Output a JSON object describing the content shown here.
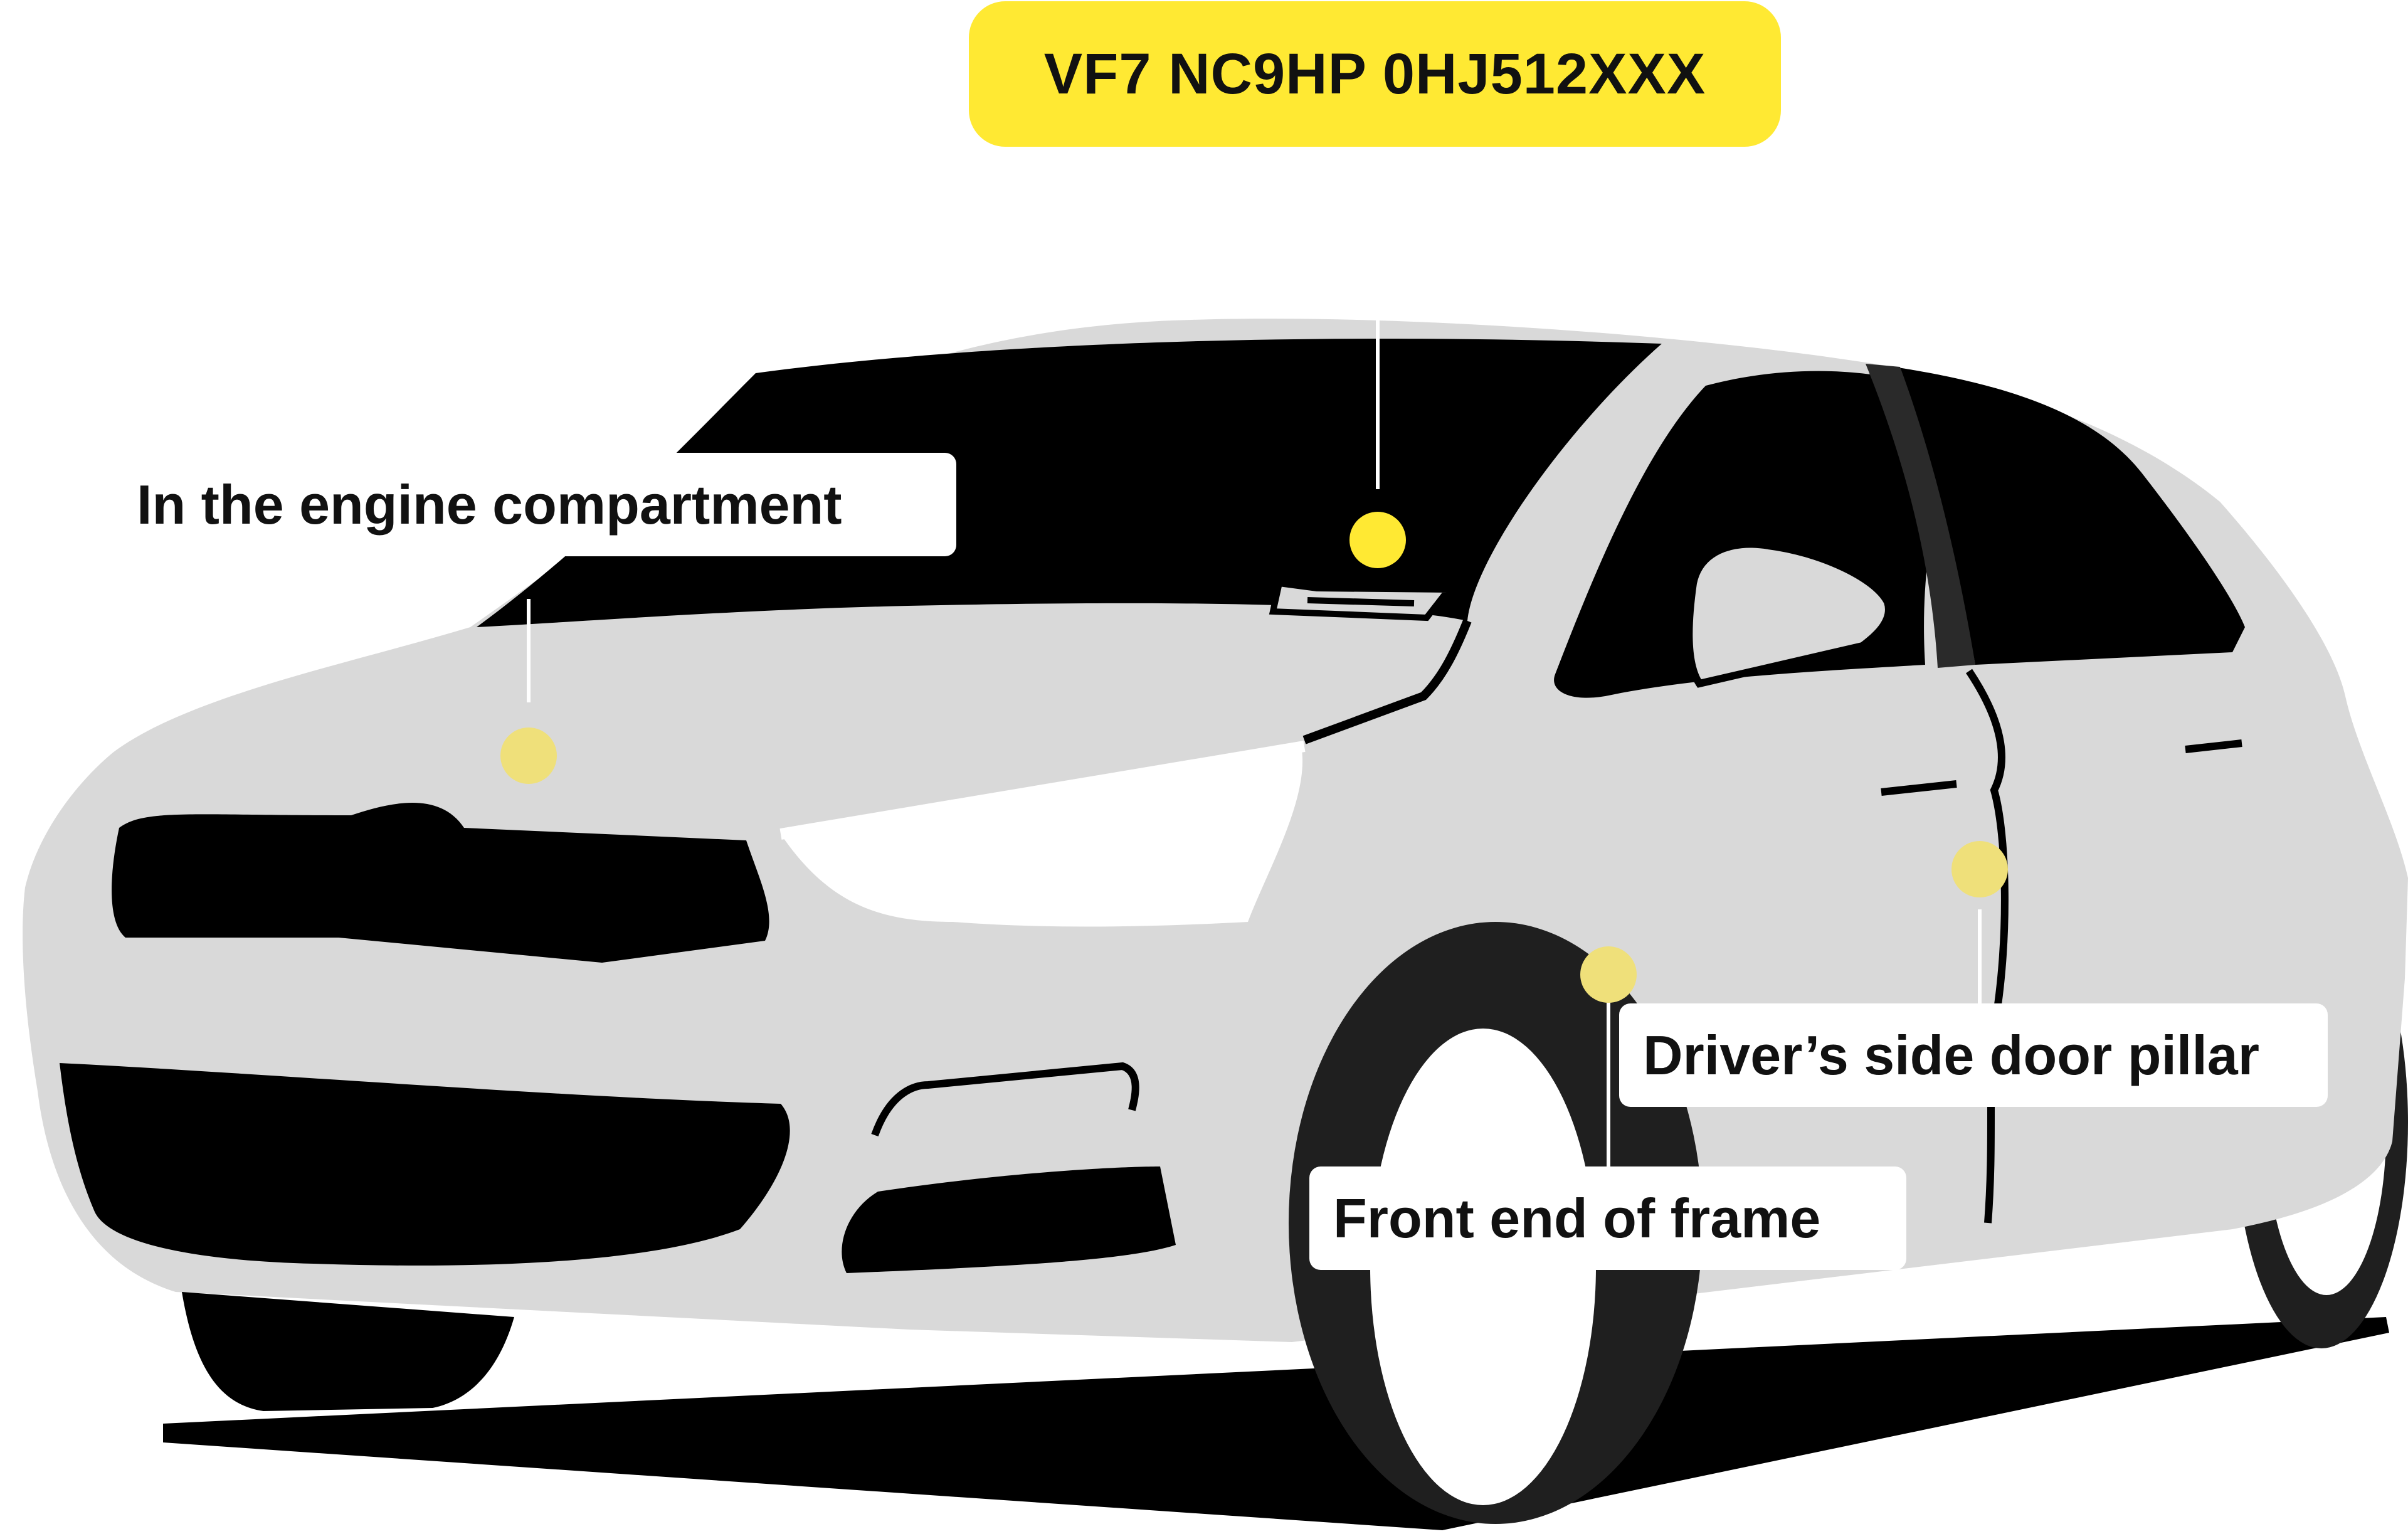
{
  "vin": "VF7 NC9HP 0HJ512XXX",
  "locations": {
    "engine_compartment": "In the engine compartment",
    "door_pillar": "Driver’s side door pillar",
    "frame_front": "Front end of frame"
  },
  "colors": {
    "highlight": "#FFE933",
    "marker": "#EFE07A",
    "car_body": "#D9D9D9",
    "dark": "#000000",
    "tire": "#1F1F1F",
    "glass_stripe": "#2A2A2A",
    "background": "#FFFFFF"
  }
}
